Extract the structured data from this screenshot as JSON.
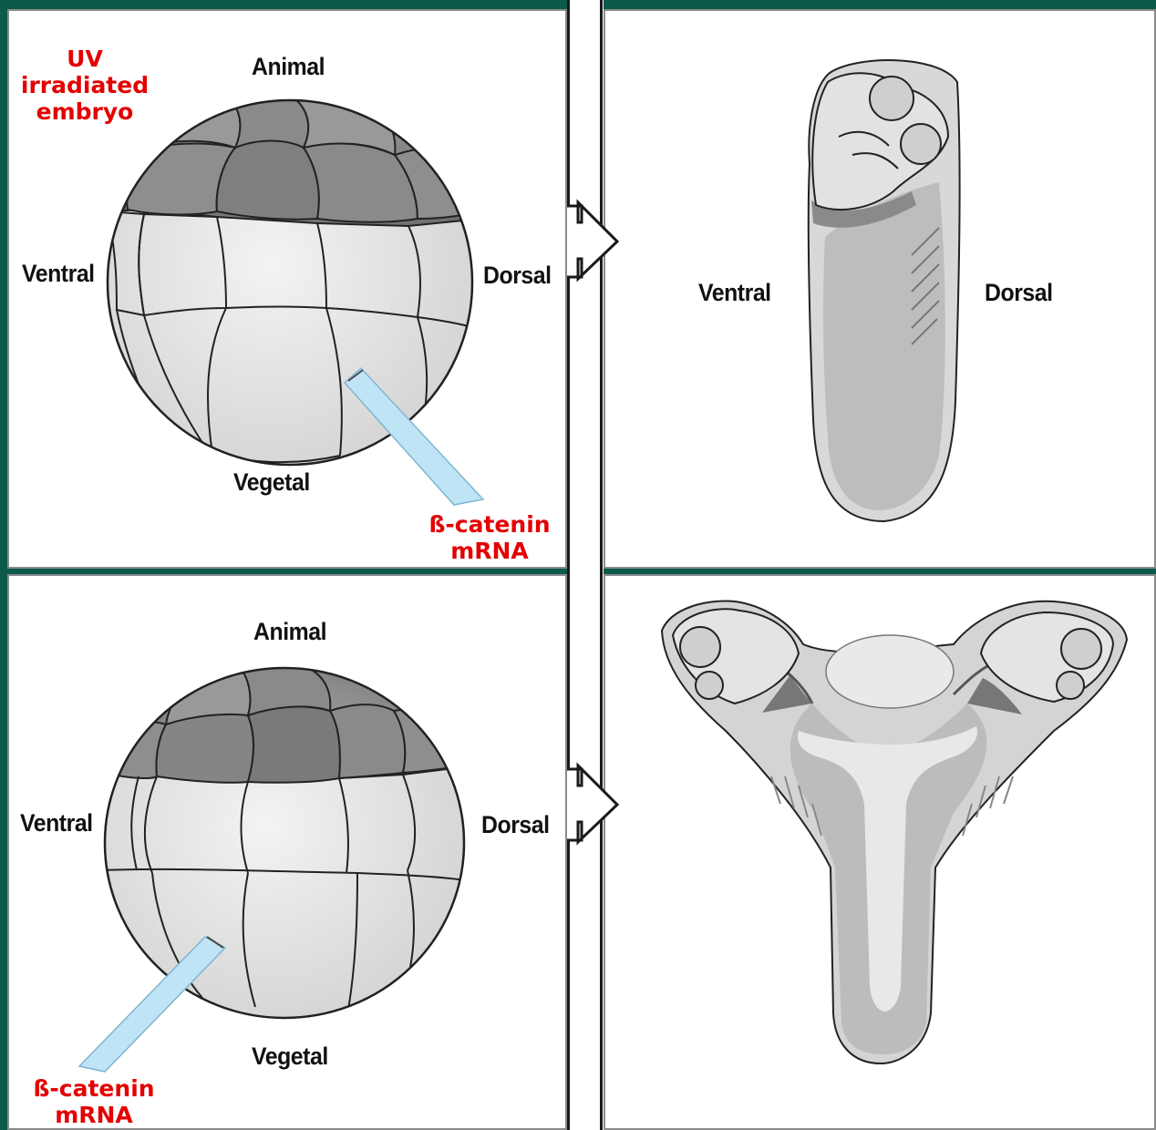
{
  "panels": {
    "top_left": {
      "condition": [
        "UV",
        "irradiated",
        "embryo"
      ],
      "animal": "Animal",
      "ventral": "Ventral",
      "dorsal": "Dorsal",
      "vegetal": "Vegetal",
      "injection": [
        "ß-catenin",
        "mRNA"
      ]
    },
    "top_right": {
      "ventral": "Ventral",
      "dorsal": "Dorsal"
    },
    "bottom_left": {
      "animal": "Animal",
      "ventral": "Ventral",
      "dorsal": "Dorsal",
      "vegetal": "Vegetal",
      "injection": [
        "ß-catenin",
        "mRNA"
      ]
    }
  },
  "colors": {
    "background": "#0b5a4a",
    "panel": "#ffffff",
    "label_red": "#e30000",
    "cell_dark": "#8c8c8c",
    "cell_light": "#e6e6e6",
    "needle": "#bfe4f5"
  },
  "icons": [
    "arrow-right-icon",
    "arrow-right-icon",
    "injection-needle-icon",
    "injection-needle-icon"
  ]
}
